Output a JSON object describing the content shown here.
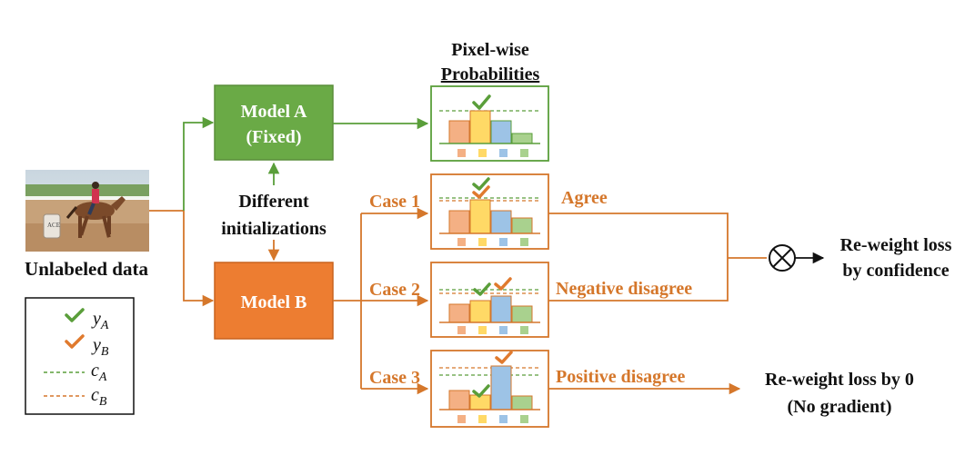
{
  "colors": {
    "green": "#5A9E3A",
    "model_a_fill": "#6AAA46",
    "model_b_fill": "#ED7D31",
    "orange": "#D5772B",
    "green_check": "#5A9E3A",
    "orange_check": "#E07A2E",
    "bar_orange": "#F4B084",
    "bar_yellow": "#FFD966",
    "bar_blue": "#9DC3E6",
    "bar_green": "#A9D18E"
  },
  "input": {
    "label": "Unlabeled data",
    "image_desc_icon": "horse-rider-photo"
  },
  "models": {
    "a_line1": "Model A",
    "a_line2": "(Fixed)",
    "b_label": "Model B"
  },
  "init": {
    "line1": "Different",
    "line2": "initializations"
  },
  "probs": {
    "title_line1": "Pixel-wise",
    "title_line2": "Probabilities"
  },
  "cases": [
    {
      "label": "Case 1",
      "result": "Agree"
    },
    {
      "label": "Case 2",
      "result": "Negative disagree"
    },
    {
      "label": "Case 3",
      "result": "Positive disagree"
    }
  ],
  "outputs": {
    "confidence_line1": "Re-weight loss",
    "confidence_line2": "by confidence",
    "zero_line1": "Re-weight loss by 0",
    "zero_line2": "(No gradient)"
  },
  "legend": {
    "items": [
      {
        "symbol": "green-check-icon",
        "letter": "y",
        "sub": "A"
      },
      {
        "symbol": "orange-check-icon",
        "letter": "y",
        "sub": "B"
      },
      {
        "symbol": "green-dashed-line",
        "letter": "c",
        "sub": "A"
      },
      {
        "symbol": "orange-dashed-line",
        "letter": "c",
        "sub": "B"
      }
    ]
  }
}
